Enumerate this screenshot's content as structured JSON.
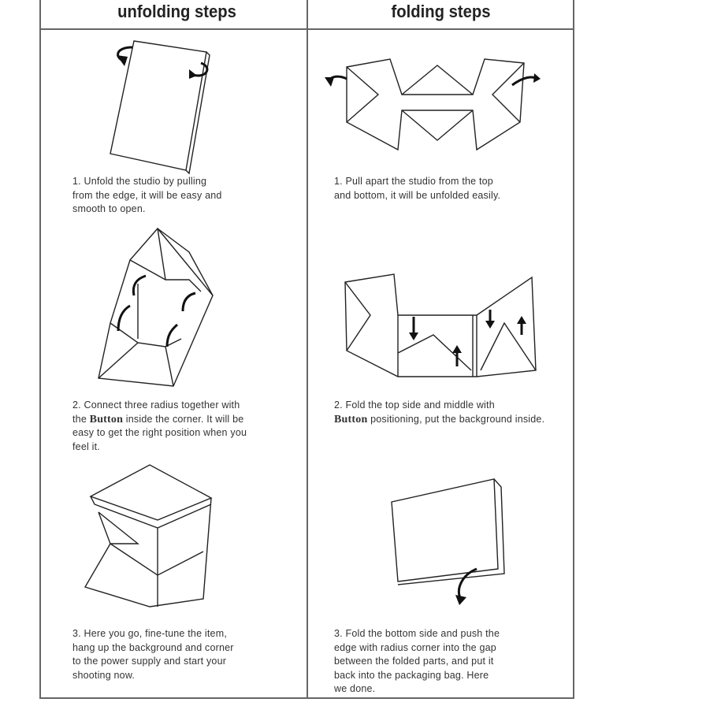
{
  "headers": {
    "unfolding": "unfolding steps",
    "folding": "folding steps"
  },
  "unfolding": [
    {
      "text": "1. Unfold the studio by pulling\nfrom the edge, it will be easy and\nsmooth to open."
    },
    {
      "pre": "2. Connect three radius together with\nthe ",
      "bold": "Button",
      "post": " inside the corner. It will be\neasy  to get the right position when you\nfeel it."
    },
    {
      "text": "3. Here you go, fine-tune the item,\nhang up the background and corner\nto the power supply and start your\nshooting now."
    }
  ],
  "folding": [
    {
      "text": "1. Pull apart the studio from the top\nand bottom, it will be unfolded easily."
    },
    {
      "pre": "2. Fold the top side and middle with\n",
      "bold": "Button",
      "post": " positioning, put the background inside."
    },
    {
      "text": "3. Fold the bottom side and push the\nedge with radius corner into the gap\nbetween  the folded parts, and put it\nback into the packaging bag. Here\nwe done."
    }
  ]
}
